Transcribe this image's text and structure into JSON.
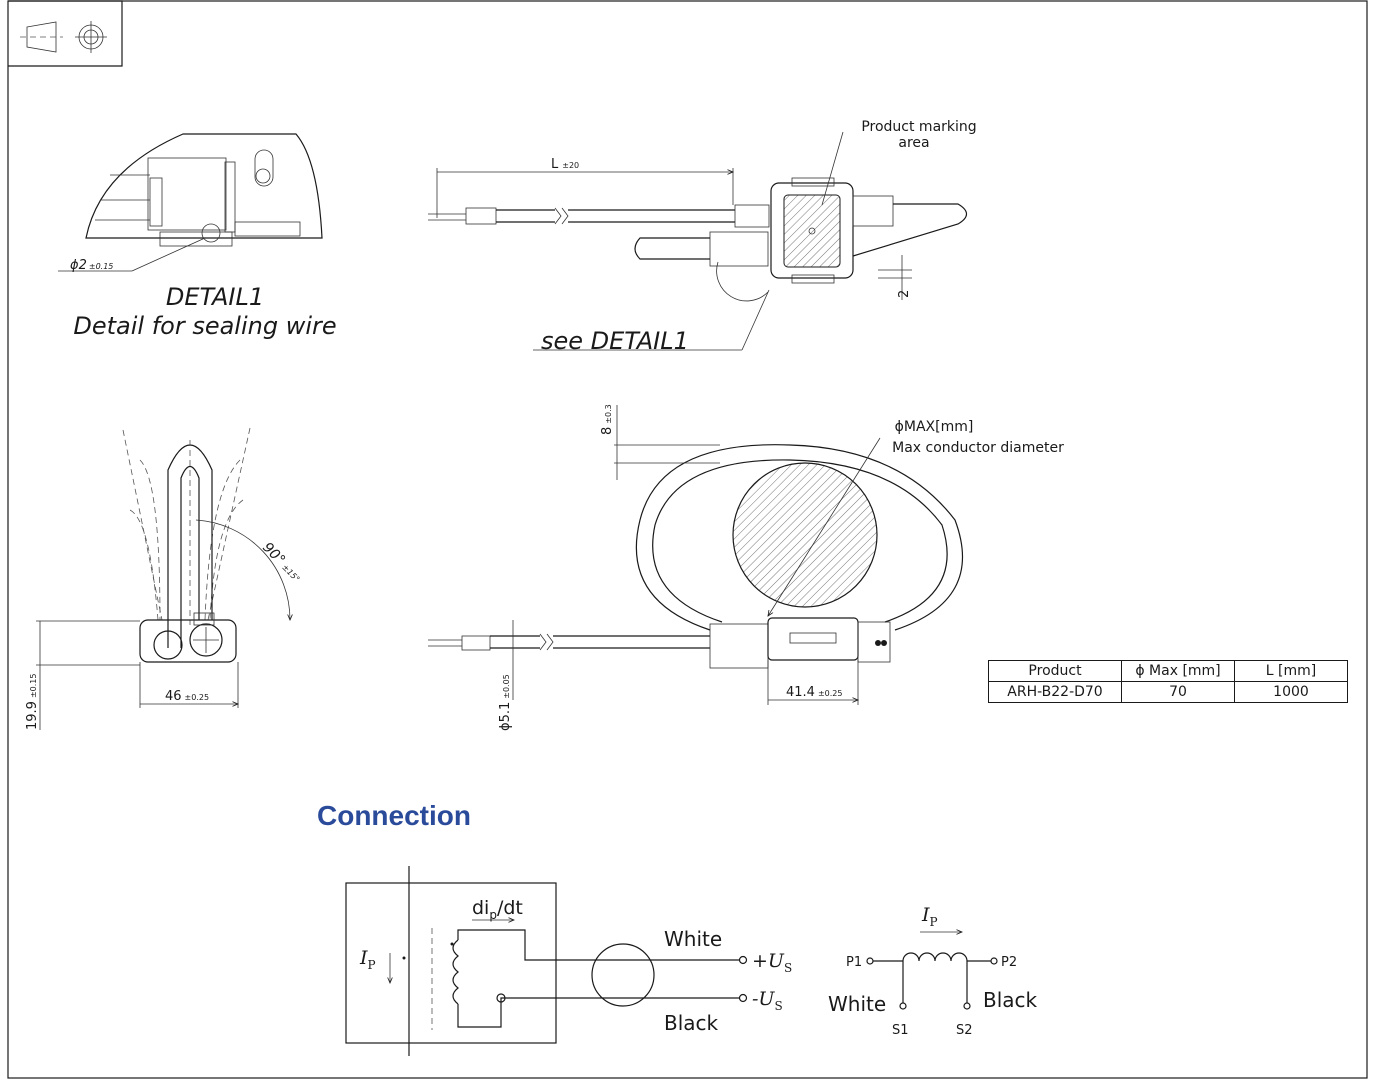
{
  "labels": {
    "product_marking": "Product marking",
    "product_marking_2": "area",
    "length_dim": "L",
    "length_tol": "±20",
    "gap_dim": "2",
    "see_detail": "see DETAIL1",
    "hole_dim": "ϕ2",
    "hole_tol": "±0.15",
    "detail_title": "DETAIL1",
    "detail_subtitle": "Detail for sealing wire",
    "angle_dim": "90°",
    "angle_tol": "±15°",
    "height_dim": "19.9",
    "height_tol": "±0.15",
    "width_dim": "46",
    "width_tol": "±0.25",
    "wall_dim": "8",
    "wall_tol": "±0.3",
    "max_dia": "ϕMAX[mm]",
    "max_dia_desc": "Max conductor diameter",
    "cable_dia": "ϕ5.1",
    "cable_tol": "±0.05",
    "body_len": "41.4",
    "body_tol": "±0.25"
  },
  "table": {
    "headers": [
      "Product",
      "ϕ Max [mm]",
      "L [mm]"
    ],
    "rows": [
      [
        "ARH-B22-D70",
        "70",
        "1000"
      ]
    ]
  },
  "connection": {
    "title": "Connection",
    "dip": "di",
    "dip_sub": "p",
    "dip_rest": "/dt",
    "ip": "I",
    "ip_sub": "P",
    "white": "White",
    "black": "Black",
    "plus_us": "+U",
    "minus_us": "-U",
    "us_sub": "S",
    "p1": "P1",
    "p2": "P2",
    "s1": "S1",
    "s2": "S2",
    "white2": "White",
    "black2": "Black",
    "ip2": "I",
    "ip2_sub": "P"
  },
  "colors": {
    "accent": "#2a4a9a",
    "line": "#1a1a1a",
    "hatch": "#555555"
  }
}
